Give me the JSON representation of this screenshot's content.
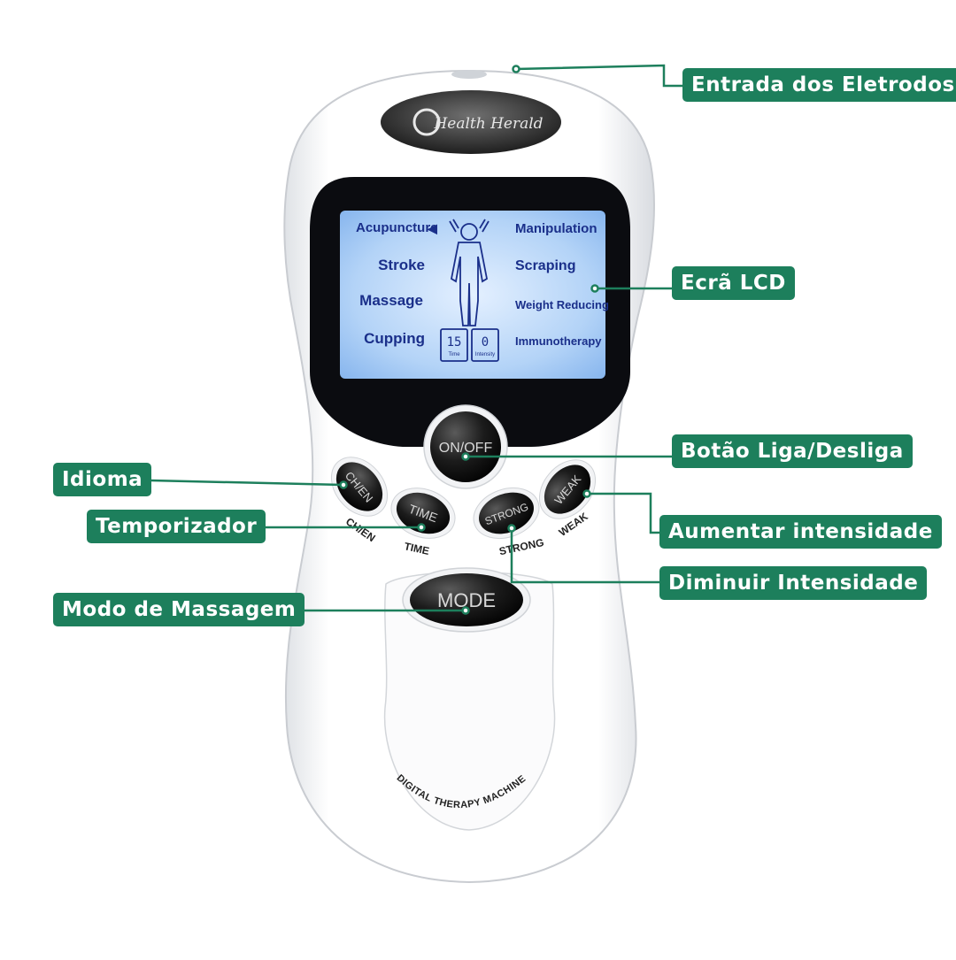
{
  "device": {
    "brand": "Health Herald",
    "footer_text": "DIGITAL THERAPY MACHINE",
    "lcd": {
      "left_modes": [
        "Acupuncture",
        "Stroke",
        "Massage",
        "Cupping"
      ],
      "right_modes": [
        "Manipulation",
        "Scraping",
        "Weight Reducing",
        "Immunotherapy"
      ],
      "selected_indicator": "◀",
      "time_value": "15",
      "intensity_value": "0",
      "time_caption": "Time",
      "intensity_caption": "Intensity"
    },
    "buttons": {
      "on_off": "ON/OFF",
      "ch_en": "CH/EN",
      "time": "TIME",
      "strong": "STRONG",
      "weak": "WEAK",
      "mode": "MODE"
    },
    "printed_labels": {
      "ch_en": "CH/EN",
      "time": "TIME",
      "strong": "STRONG",
      "weak": "WEAK"
    }
  },
  "callouts": {
    "electrodes": "Entrada dos Eletrodos",
    "lcd": "Ecrã LCD",
    "power": "Botão Liga/Desliga",
    "language": "Idioma",
    "timer": "Temporizador",
    "increase": "Aumentar intensidade",
    "decrease": "Diminuir Intensidade",
    "mode": "Modo de Massagem"
  },
  "colors": {
    "callout_bg": "#1d7f5c",
    "leader_line": "#1d7f5c",
    "lcd_bg": "#9fc6f2",
    "lcd_text": "#1a2f8a",
    "device_body": "#f4f5f7",
    "button_black": "#1a1a1a"
  }
}
